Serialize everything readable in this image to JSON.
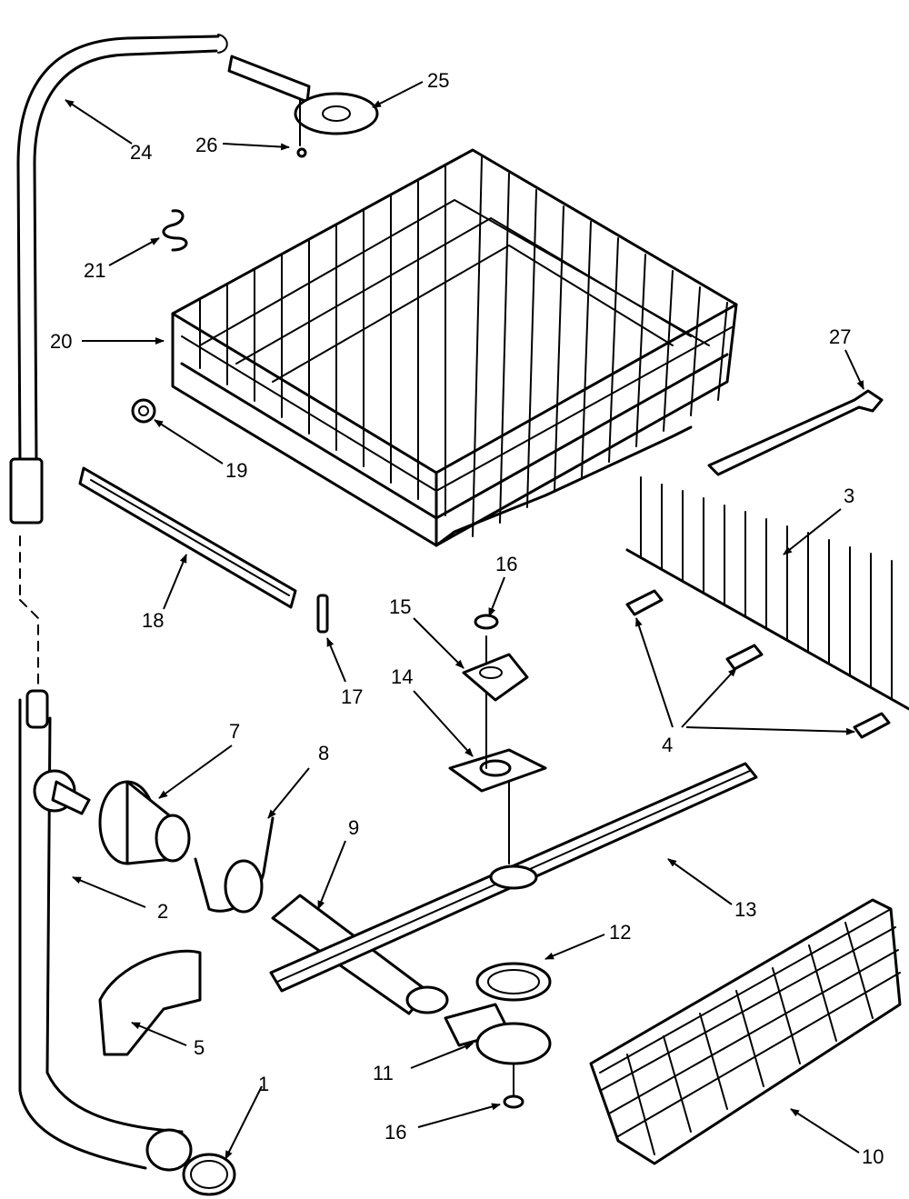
{
  "callouts": {
    "c1": "1",
    "c2": "2",
    "c3": "3",
    "c4": "4",
    "c5": "5",
    "c7": "7",
    "c8": "8",
    "c9": "9",
    "c10": "10",
    "c11": "11",
    "c12": "12",
    "c13": "13",
    "c14": "14",
    "c15": "15",
    "c16a": "16",
    "c16b": "16",
    "c17": "17",
    "c18": "18",
    "c19": "19",
    "c20": "20",
    "c21": "21",
    "c24": "24",
    "c25": "25",
    "c26": "26",
    "c27": "27"
  }
}
